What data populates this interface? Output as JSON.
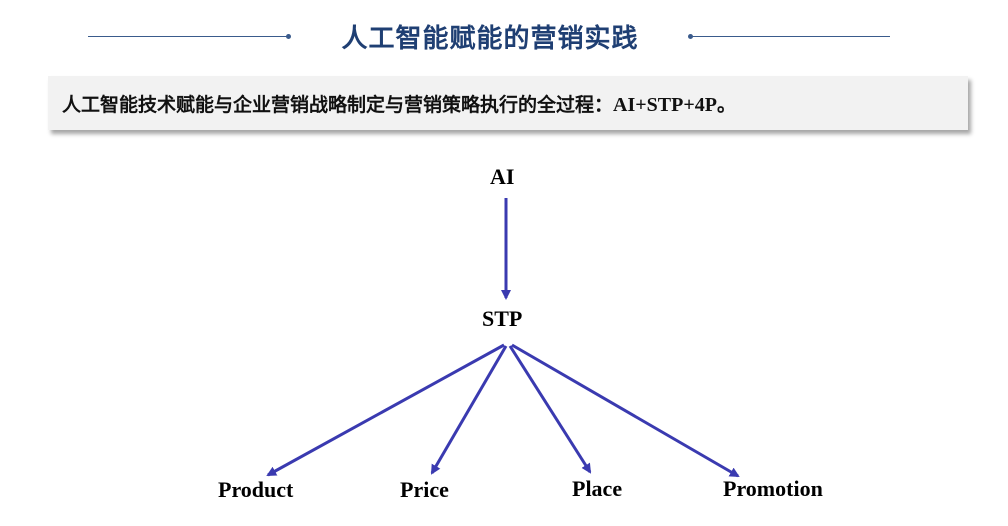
{
  "title": "人工智能赋能的营销实践",
  "banner": {
    "text_cn": "人工智能技术赋能与企业营销战略制定与营销策略执行的全过程：",
    "text_latin": "AI+STP+4P",
    "text_end": "。"
  },
  "diagram": {
    "root": "AI",
    "middle": "STP",
    "leaves": [
      "Product",
      "Price",
      "Place",
      "Promotion"
    ]
  },
  "colors": {
    "title": "#1f3f73",
    "arrow": "#3a3ab0",
    "banner_bg": "#f2f2f2"
  }
}
